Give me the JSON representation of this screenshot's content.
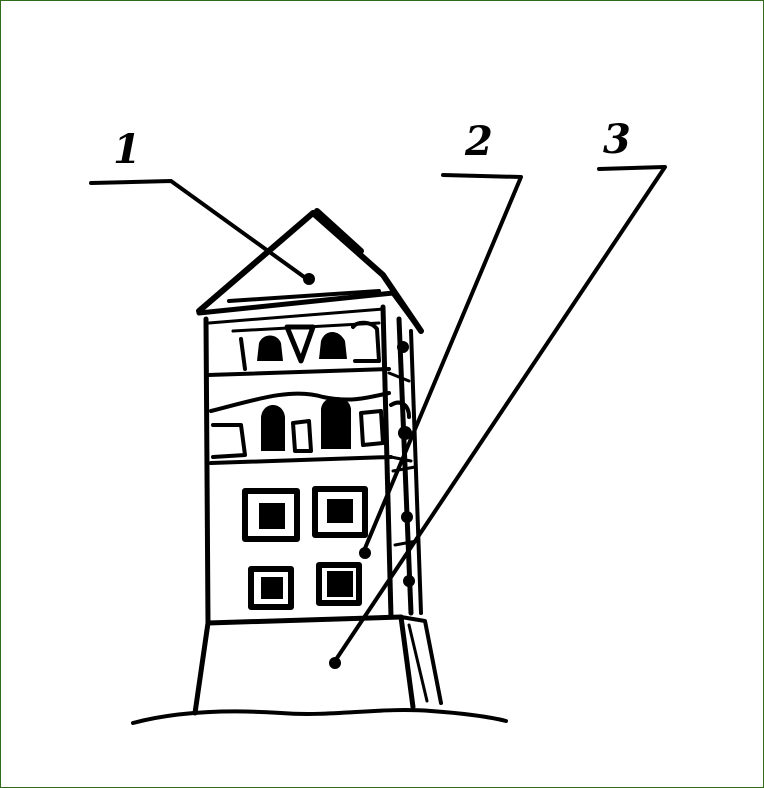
{
  "figure": {
    "frame_color": "#2f6b1a",
    "ink_color": "#000000",
    "callouts": [
      {
        "id": "c1",
        "label": "1"
      },
      {
        "id": "c2",
        "label": "2"
      },
      {
        "id": "c3",
        "label": "3"
      }
    ]
  }
}
